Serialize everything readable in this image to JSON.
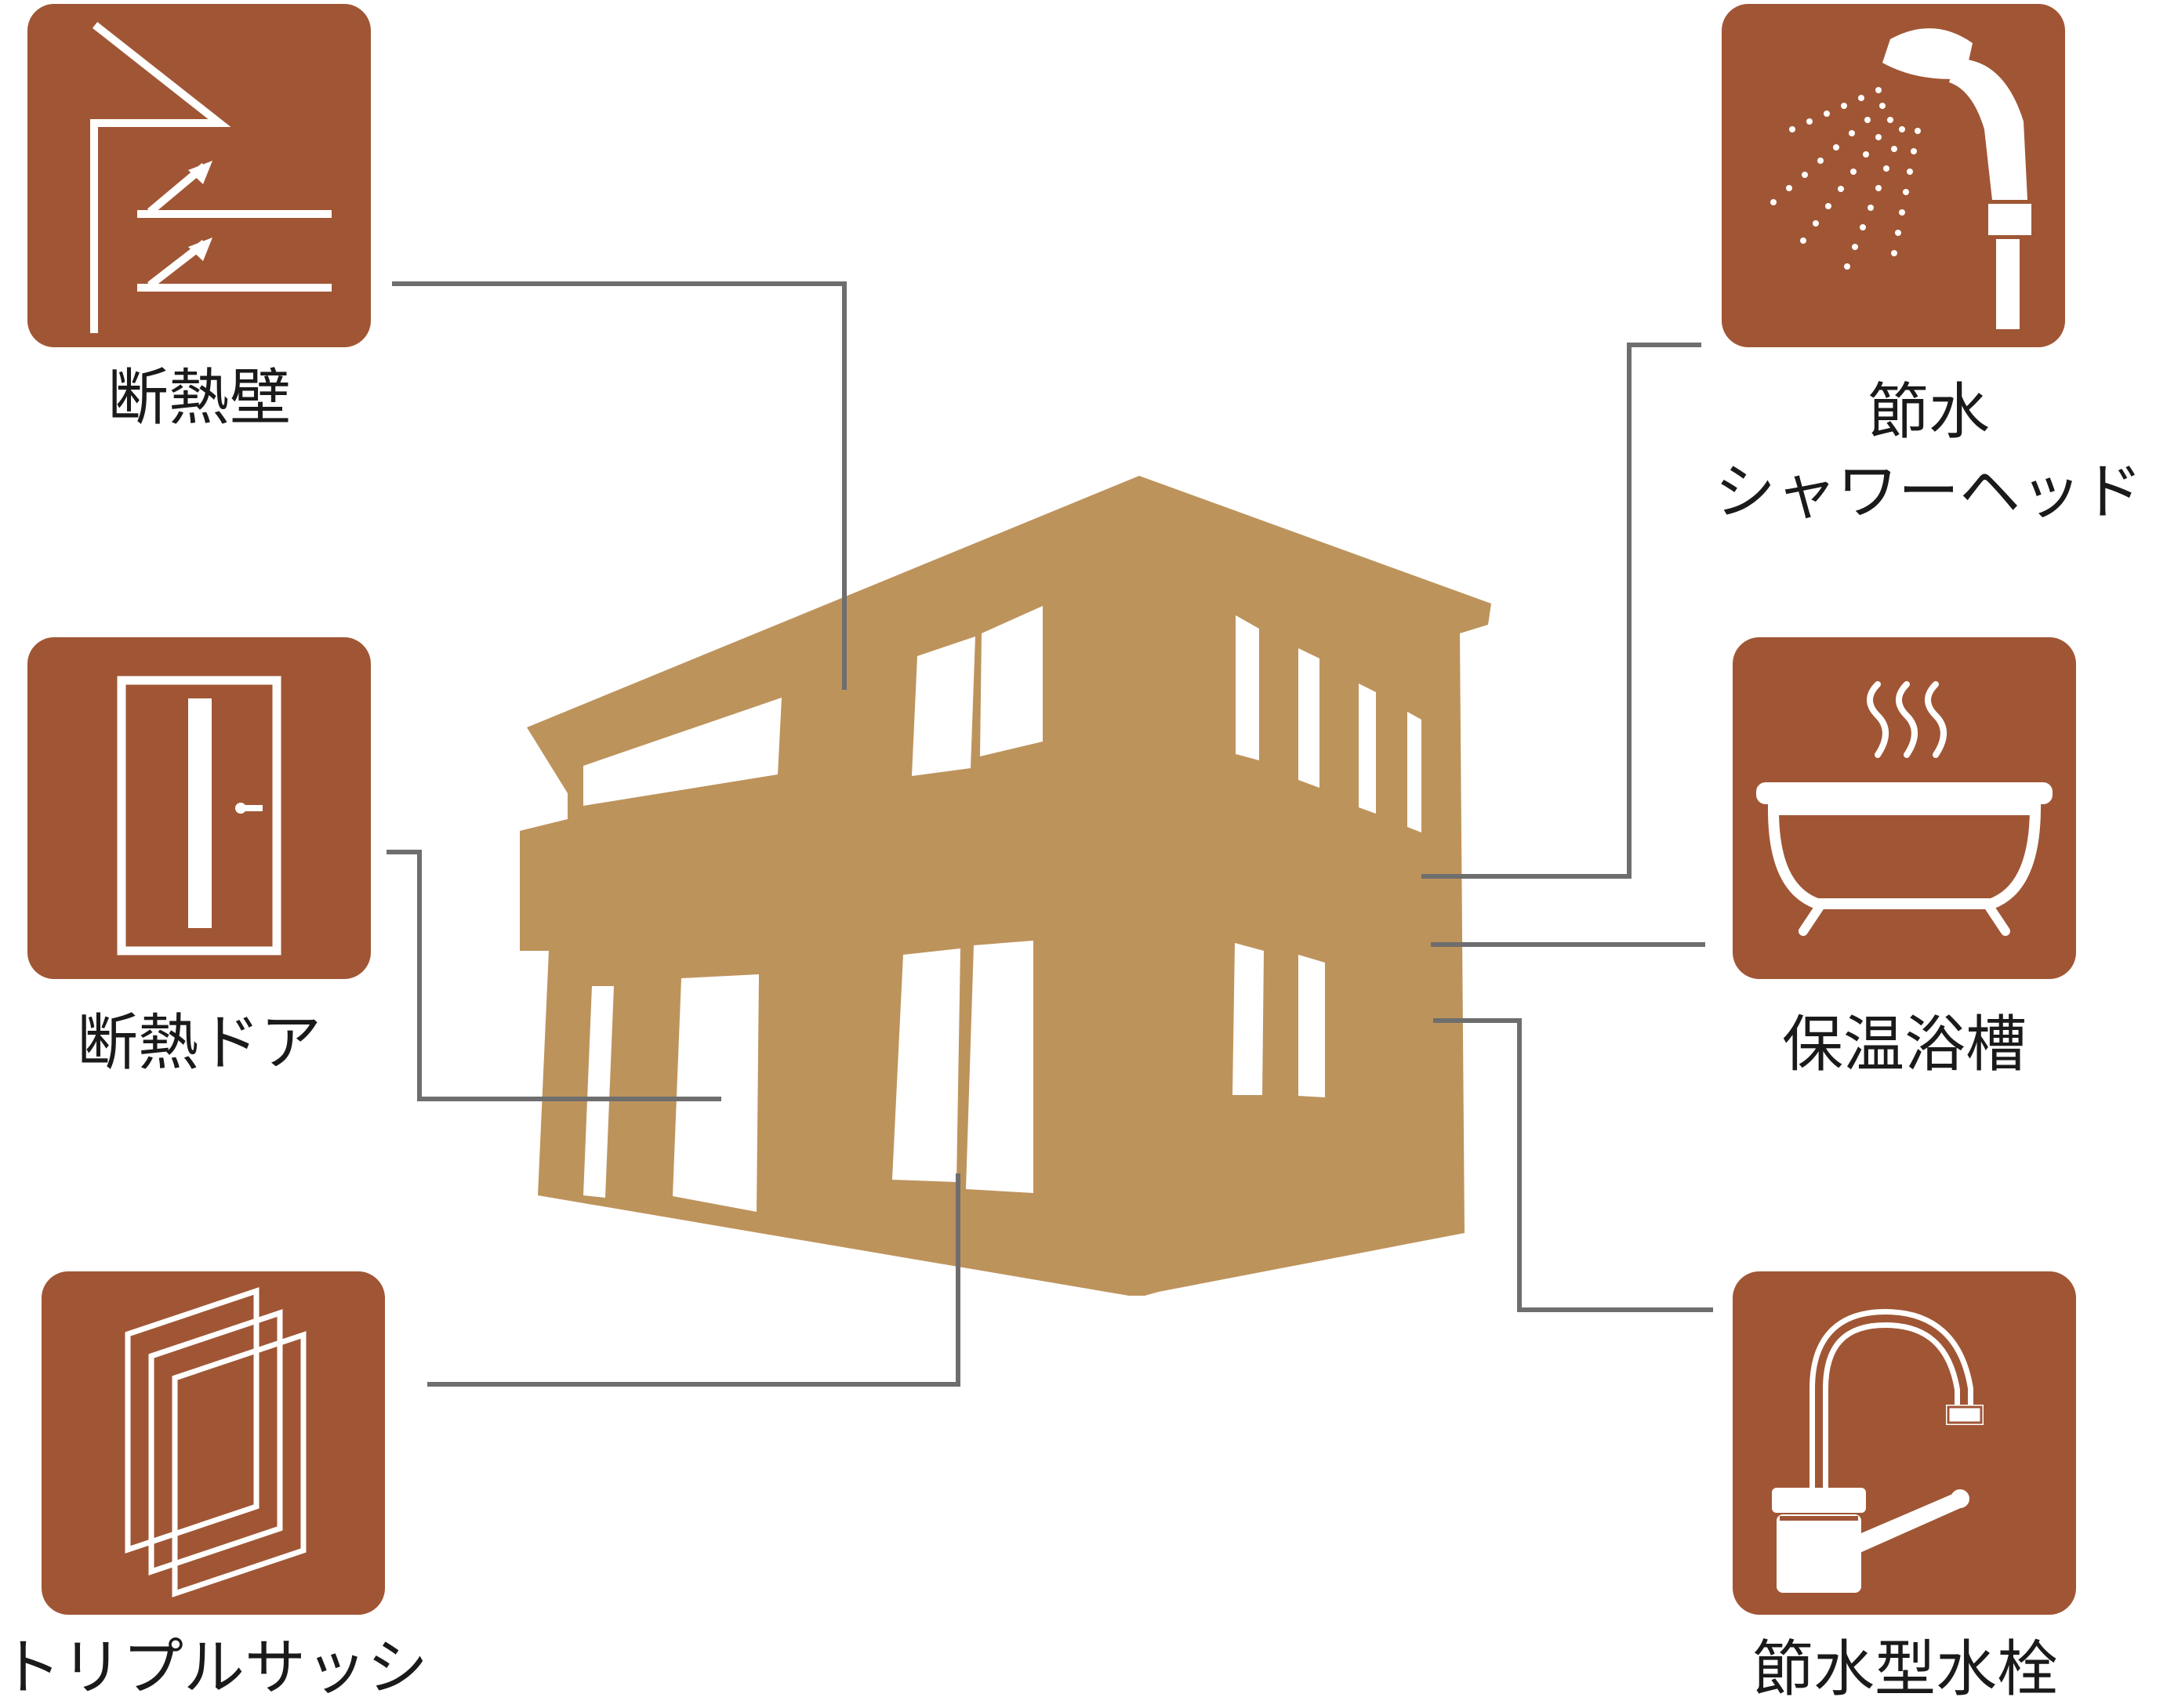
{
  "colors": {
    "icon_bg": "#a05635",
    "house": "#bd935c",
    "connector": "#6e6e6e",
    "label_text": "#1a1a1a",
    "icon_art": "#ffffff"
  },
  "features": {
    "insulated_wall": {
      "label": "断熱壁",
      "icon": "insulated-wall-icon"
    },
    "insulated_door": {
      "label": "断熱ドア",
      "icon": "door-icon"
    },
    "triple_sash": {
      "label": "トリプルサッシ",
      "icon": "triple-sash-icon"
    },
    "shower_head": {
      "label_line1": "節水",
      "label_line2": "シャワーヘッド",
      "icon": "shower-head-icon"
    },
    "bathtub": {
      "label": "保温浴槽",
      "icon": "bathtub-icon"
    },
    "faucet": {
      "label": "節水型水栓",
      "icon": "faucet-icon"
    }
  },
  "center_illustration": "house-silhouette"
}
